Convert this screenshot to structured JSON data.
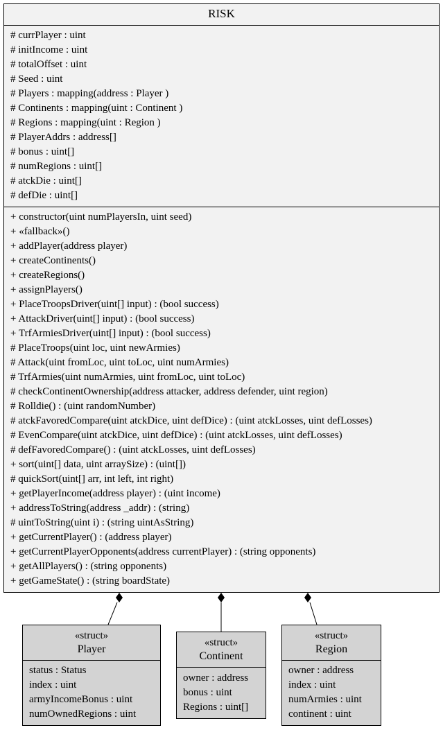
{
  "risk": {
    "name": "RISK",
    "attributes": [
      "# currPlayer : uint",
      "# initIncome : uint",
      "# totalOffset : uint",
      "# Seed : uint",
      "# Players : mapping(address : Player )",
      "# Continents : mapping(uint : Continent )",
      "# Regions : mapping(uint : Region )",
      "# PlayerAddrs : address[]",
      "# bonus : uint[]",
      "# numRegions : uint[]",
      "# atckDie : uint[]",
      "# defDie : uint[]"
    ],
    "methods": [
      "+ constructor(uint numPlayersIn, uint seed)",
      "+ «fallback»()",
      "+ addPlayer(address player)",
      "+ createContinents()",
      "+ createRegions()",
      "+ assignPlayers()",
      "+ PlaceTroopsDriver(uint[] input) : (bool success)",
      "+ AttackDriver(uint[] input) : (bool success)",
      "+ TrfArmiesDriver(uint[] input) : (bool success)",
      "# PlaceTroops(uint loc, uint newArmies)",
      "# Attack(uint fromLoc, uint toLoc, uint numArmies)",
      "# TrfArmies(uint numArmies, uint fromLoc, uint toLoc)",
      "# checkContinentOwnership(address attacker, address defender, uint region)",
      "# Rolldie() : (uint randomNumber)",
      "# atckFavoredCompare(uint atckDice, uint defDice) : (uint atckLosses, uint defLosses)",
      "# EvenCompare(uint atckDice, uint defDice) : (uint atckLosses, uint defLosses)",
      "# defFavoredCompare() : (uint atckLosses, uint defLosses)",
      "+ sort(uint[] data, uint arraySize) : (uint[])",
      "# quickSort(uint[] arr, int left, int right)",
      "+ getPlayerIncome(address player) : (uint income)",
      "+ addressToString(address _addr) : (string)",
      "# uintToString(uint i) : (string uintAsString)",
      "+ getCurrentPlayer() : (address player)",
      "+ getCurrentPlayerOpponents(address currentPlayer) : (string opponents)",
      "+ getAllPlayers() : (string opponents)",
      "+ getGameState() : (string boardState)"
    ]
  },
  "structs": [
    {
      "stereotype": "«struct»",
      "name": "Player",
      "fields": [
        "status : Status",
        "index : uint",
        "armyIncomeBonus : uint",
        "numOwnedRegions : uint"
      ]
    },
    {
      "stereotype": "«struct»",
      "name": "Continent",
      "fields": [
        "owner : address",
        "bonus : uint",
        "Regions : uint[]"
      ]
    },
    {
      "stereotype": "«struct»",
      "name": "Region",
      "fields": [
        "owner : address",
        "index : uint",
        "numArmies : uint",
        "continent : uint"
      ]
    }
  ],
  "colors": {
    "class_fill": "#f2f2f2",
    "struct_fill": "#d3d3d3",
    "line": "#000000"
  }
}
